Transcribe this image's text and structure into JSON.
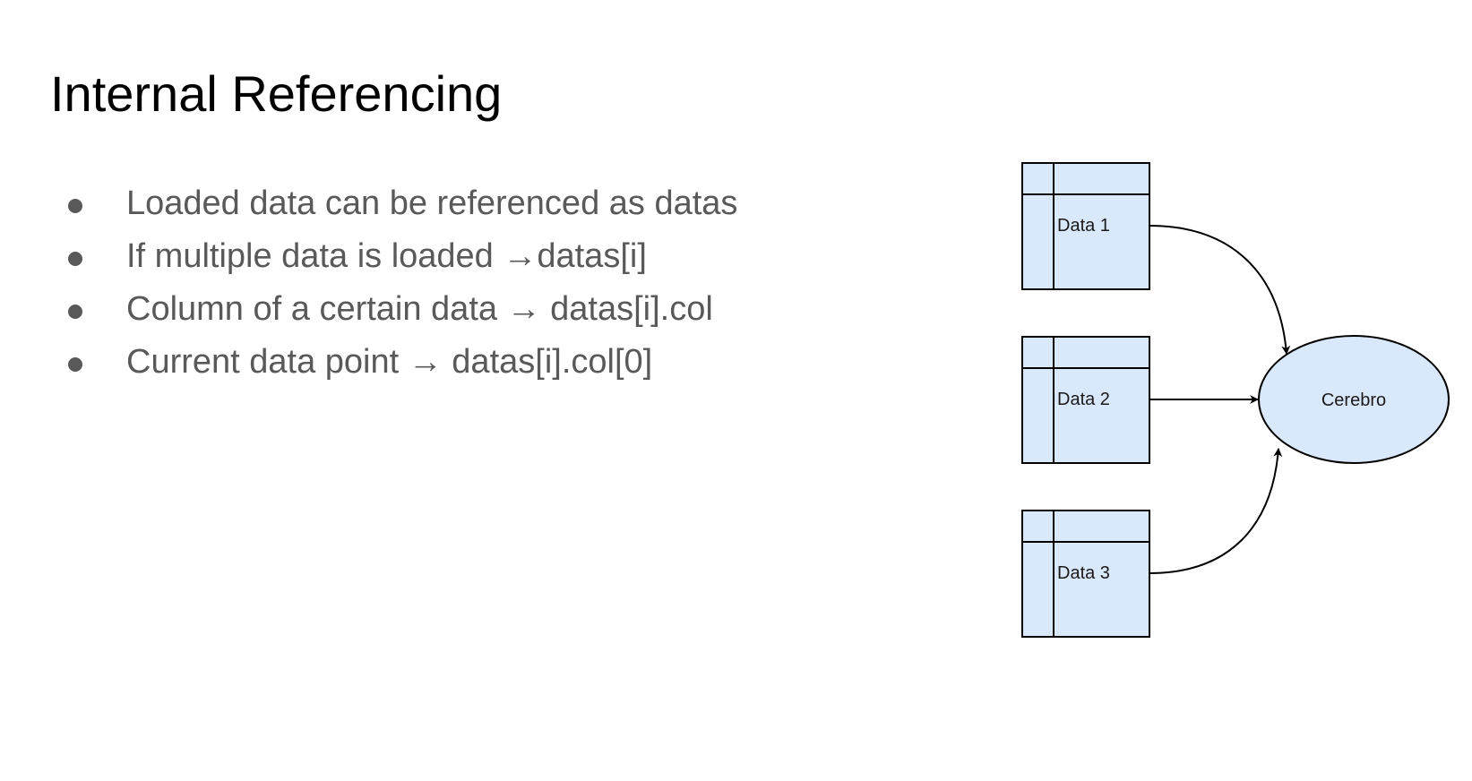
{
  "slide": {
    "title": "Internal Referencing",
    "bullets": [
      "Loaded data can be referenced as datas",
      "If multiple data is loaded →datas[i]",
      "Column of a certain data → datas[i].col",
      "Current data point → datas[i].col[0]"
    ]
  },
  "diagram": {
    "tables": [
      {
        "label": "Data 1"
      },
      {
        "label": "Data 2"
      },
      {
        "label": "Data 3"
      }
    ],
    "target": {
      "label": "Cerebro"
    },
    "colors": {
      "fill": "#dae8fc",
      "stroke": "#000000",
      "bullet_text": "#595959"
    }
  }
}
